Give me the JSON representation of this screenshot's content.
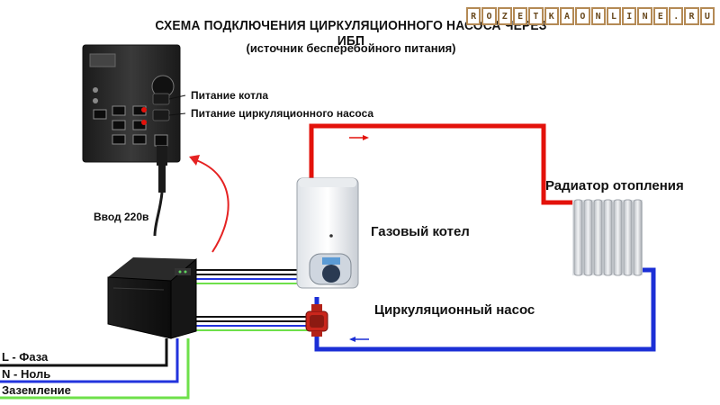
{
  "header": {
    "title": "СХЕМА ПОДКЛЮЧЕНИЯ ЦИРКУЛЯЦИОННОГО НАСОСА ЧЕРЕЗ ИБП",
    "subtitle": "(источник бесперебойного питания)"
  },
  "logo": {
    "letters": [
      "R",
      "O",
      "Z",
      "E",
      "T",
      "K",
      "A",
      "O",
      "N",
      "L",
      "I",
      "N",
      "E",
      ".",
      "R",
      "U"
    ]
  },
  "labels": {
    "boiler_power": "Питание котла",
    "pump_power": "Питание циркуляционного насоса",
    "input_220": "Ввод 220в",
    "gas_boiler": "Газовый котел",
    "radiator": "Радиатор отопления",
    "circ_pump": "Циркуляционный насос",
    "phase": "L - Фаза",
    "neutral": "N - Ноль",
    "ground": "Заземление"
  },
  "colors": {
    "hot_pipe": "#e3120b",
    "cold_pipe": "#1b2fd6",
    "ground_wire": "#6ee04a",
    "phase_wire": "#111111",
    "neutral_wire": "#2233dd",
    "arrow_red": "#e52222"
  }
}
